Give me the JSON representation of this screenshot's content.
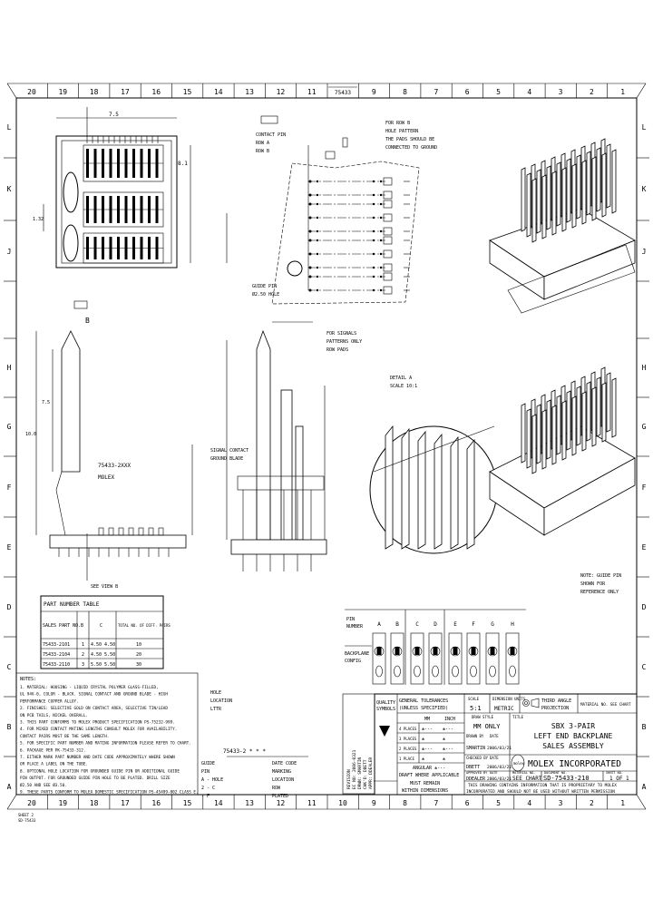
{
  "zones": {
    "top_columns": [
      "20",
      "19",
      "18",
      "17",
      "16",
      "15",
      "14",
      "13",
      "12",
      "11",
      "75433",
      "9",
      "8",
      "7",
      "6",
      "5",
      "4",
      "3",
      "2",
      "1"
    ],
    "bottom_columns": [
      "20",
      "19",
      "18",
      "17",
      "16",
      "15",
      "14",
      "13",
      "12",
      "11",
      "10",
      "9",
      "8",
      "7",
      "6",
      "5",
      "4",
      "3",
      "2",
      "1"
    ],
    "rows": [
      "L",
      "K",
      "J",
      "H",
      "G",
      "F",
      "E",
      "D",
      "C",
      "B",
      "A"
    ]
  },
  "views": {
    "front_view_label": "B",
    "dim_top": "7.5",
    "dim_side": "8.1",
    "dim_left": "1.32",
    "schematic_note_left": [
      "CONTACT PIN",
      "ROW A",
      "ROW B"
    ],
    "schematic_note_right": [
      "FOR ROW B",
      "HOLE PATTERN",
      "THE PADS SHOULD BE",
      "CONNECTED TO GROUND"
    ],
    "schematic_bottom_note": [
      "FOR SIGNALS",
      "PATTERNS ONLY",
      "ROW PADS"
    ],
    "guide_pin_note": [
      "GUIDE PIN",
      "Ø2.50 HOLE"
    ],
    "pin_label": "7.5",
    "pin_height": "10.0",
    "housing_note": [
      "75433-2XXX",
      "MOLEX"
    ],
    "detail_note": [
      "SIGNAL CONTACT",
      "GROUND BLADE"
    ],
    "detail_circle_note": [
      "DETAIL A",
      "SCALE 10:1"
    ],
    "iso_note": [
      "NOTE: GUIDE PIN",
      "SHOWN FOR",
      "REFERENCE ONLY"
    ],
    "see_view": "SEE VIEW B"
  },
  "part_table": {
    "title": "PART NUMBER TABLE",
    "headers": [
      "SALES PART NO.",
      "B",
      "C",
      "TOTAL NO. OF DIFF. PAIRS"
    ],
    "rows": [
      [
        "75433-2101",
        "1",
        "4.50  4.50",
        "10"
      ],
      [
        "75433-2104",
        "2",
        "4.50  5.50",
        "20"
      ],
      [
        "75433-2110",
        "3",
        "5.50  5.50",
        "30"
      ]
    ]
  },
  "pin_chart": {
    "row_label_top": [
      "PIN",
      "NUMBER"
    ],
    "row_label_bottom": [
      "BACKPLANE",
      "CONFIG"
    ],
    "columns": [
      "A",
      "B",
      "C",
      "D",
      "E",
      "F",
      "G",
      "H"
    ]
  },
  "notes": {
    "title": "NOTES:",
    "items": [
      "1. MATERIAL: HOUSING - LIQUID CRYSTAL POLYMER GLASS-FILLED,",
      "   UL 94V-0, COLOR - BLACK. SIGNAL CONTACT AND GROUND BLADE - HIGH",
      "   PERFORMANCE COPPER ALLOY.",
      "2. FINISHES: SELECTIVE GOLD ON CONTACT AREA, SELECTIVE TIN/LEAD",
      "   ON PCB TAILS, NICKEL OVERALL.",
      "3. THIS PART CONFORMS TO MOLEX PRODUCT SPECIFICATION PS-75232-999.",
      "4. FOR MIXED CONTACT MATING LENGTHS CONSULT MOLEX FOR AVAILABILITY.",
      "   CONTACT PAIRS MUST BE THE SAME LENGTH.",
      "5. FOR SPECIFIC PART NUMBER AND MATING INFORMATION PLEASE REFER TO CHART.",
      "6. PACKAGE PER PK-75433-312.",
      "7. EITHER MARK PART NUMBER AND DATE CODE APPROXIMATELY WHERE SHOWN",
      "   OR PLACE A LABEL ON THE TUBE.",
      "8. OPTIONAL HOLE LOCATION FOR GROUNDED GUIDE PIN OR ADDITIONAL GUIDE",
      "   PIN OUTPUT. FOR GROUNDED GUIDE PIN HOLE TO BE PLATED. DRILL SIZE",
      "   Ø2.50 AND SEE Ø3.50.",
      "9. THESE PARTS CONFORM TO MOLEX DOMESTIC SPECIFICATION PS-45499-002 CLASS E."
    ]
  },
  "hole_note": [
    "HOLE",
    "LOCATION",
    "LTTR"
  ],
  "mark_table": {
    "title": "75433-2 * * *",
    "rows": [
      [
        "GUIDE",
        "DATE CODE"
      ],
      [
        "PIN",
        "MARKING"
      ],
      [
        "A - HOLE",
        "LOCATION"
      ],
      [
        "2 - C",
        "ROW"
      ],
      [
        "- F",
        "PLATED"
      ]
    ]
  },
  "revision_block": [
    "REVISION",
    "EC NO: 2006-0321",
    "DRWN: SMARTIN",
    "CHK'D: DBETT",
    "APPR: DDEALER"
  ],
  "title_block": {
    "quality_symbols": [
      "QUALITY",
      "SYMBOLS"
    ],
    "general_tolerances": [
      "GENERAL TOLERANCES",
      "(UNLESS SPECIFIED)"
    ],
    "tol_headers": [
      "MM",
      "INCH"
    ],
    "tol_rows": [
      [
        "4 PLACES",
        "±---",
        "±---"
      ],
      [
        "3 PLACES",
        "±",
        "±"
      ],
      [
        "2 PLACES",
        "±---",
        "±---"
      ],
      [
        "1 PLACE",
        "±",
        "±"
      ]
    ],
    "angular": "ANGULAR ±---",
    "draft": "DRAFT WHERE APPLICABLE",
    "must_remain": [
      "MUST REMAIN",
      "WITHIN DIMENSIONS"
    ],
    "scale_label": "SCALE",
    "scale": "5:1",
    "units_label": "DIMENSION UNITS",
    "units": "METRIC",
    "projection": [
      "THIRD ANGLE",
      "PROJECTION"
    ],
    "material_note": "MATERIAL NO. SEE CHART",
    "drawing_style_label": "DRAW STYLE",
    "drawing_style": "MM ONLY",
    "title_label": "TITLE",
    "title_lines": [
      "SBX 3-PAIR",
      "LEFT END BACKPLANE",
      "SALES ASSEMBLY"
    ],
    "drawn_by_label": "DRAWN BY",
    "drawn_by": "SMARTIN",
    "checked_by_label": "CHECKED BY",
    "checked_by": "DBETT",
    "approved_by_label": "APPROVED BY",
    "approved_by": "DDEALER",
    "date_label": "DATE",
    "date": "2006/03/21",
    "company": "MOLEX INCORPORATED",
    "logo_text": "molex",
    "material_no_label": "MATERIAL NO.",
    "material_no": "SEE CHART",
    "document_no_label": "DOCUMENT NO.",
    "document_no": "SD-75433-210",
    "sheet_label": "SHEET NO.",
    "sheet": "1 OF 1",
    "proprietary": [
      "THIS DRAWING CONTAINS INFORMATION THAT IS PROPRIETARY TO MOLEX",
      "INCORPORATED AND SHOULD NOT BE USED WITHOUT WRITTEN PERMISSION"
    ]
  },
  "footer_stamp": [
    "SHEET 2",
    "SD-75433"
  ]
}
